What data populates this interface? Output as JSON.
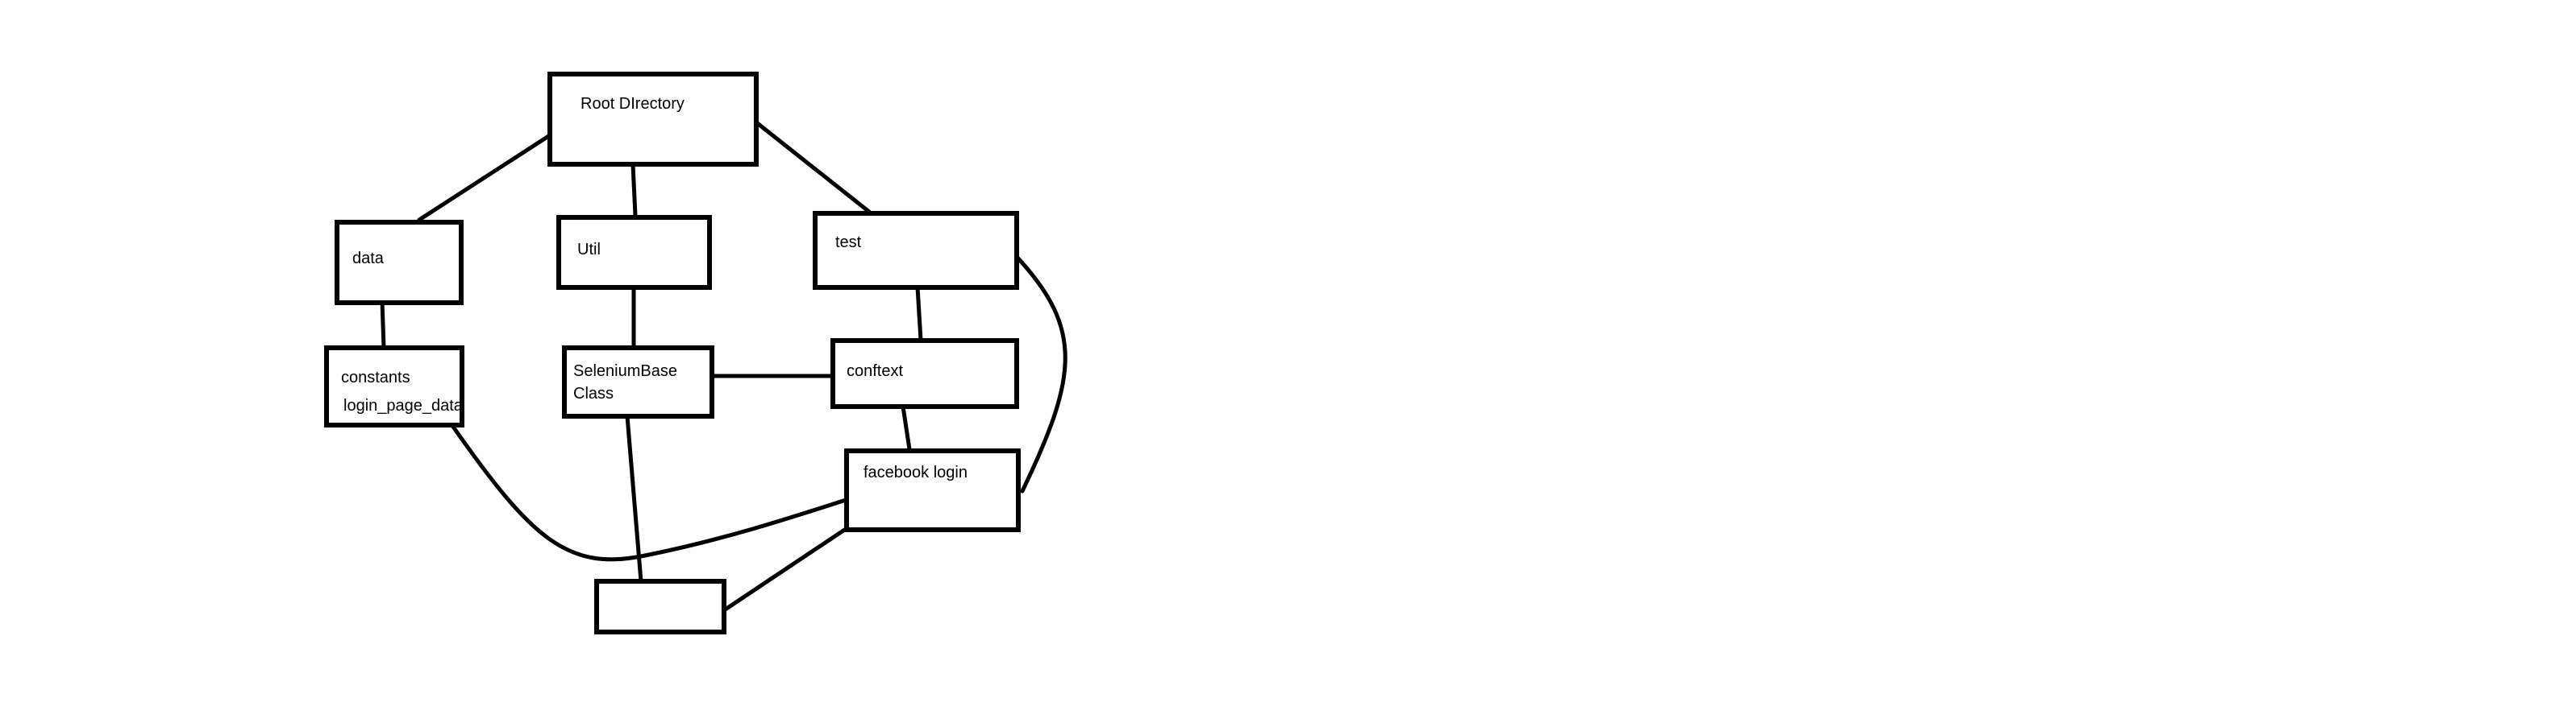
{
  "diagram": {
    "nodes": {
      "root": {
        "lines": [
          "Root DIrectory"
        ]
      },
      "data": {
        "lines": [
          "data"
        ]
      },
      "util": {
        "lines": [
          "Util"
        ]
      },
      "test": {
        "lines": [
          "test"
        ]
      },
      "constants": {
        "lines": [
          "constants",
          "login_page_data"
        ]
      },
      "selenium_base": {
        "lines": [
          "SeleniumBase",
          "Class"
        ]
      },
      "conftext": {
        "lines": [
          "conftext"
        ]
      },
      "facebook_login": {
        "lines": [
          "facebook login"
        ]
      },
      "unlabeled": {
        "lines": []
      }
    },
    "edges": [
      {
        "from": "root",
        "to": "data"
      },
      {
        "from": "root",
        "to": "util"
      },
      {
        "from": "root",
        "to": "test"
      },
      {
        "from": "data",
        "to": "constants"
      },
      {
        "from": "util",
        "to": "selenium_base"
      },
      {
        "from": "test",
        "to": "conftext"
      },
      {
        "from": "test",
        "to": "facebook_login"
      },
      {
        "from": "selenium_base",
        "to": "conftext"
      },
      {
        "from": "conftext",
        "to": "facebook_login"
      },
      {
        "from": "selenium_base",
        "to": "unlabeled"
      },
      {
        "from": "constants",
        "to": "facebook_login"
      },
      {
        "from": "unlabeled",
        "to": "facebook_login"
      }
    ]
  }
}
